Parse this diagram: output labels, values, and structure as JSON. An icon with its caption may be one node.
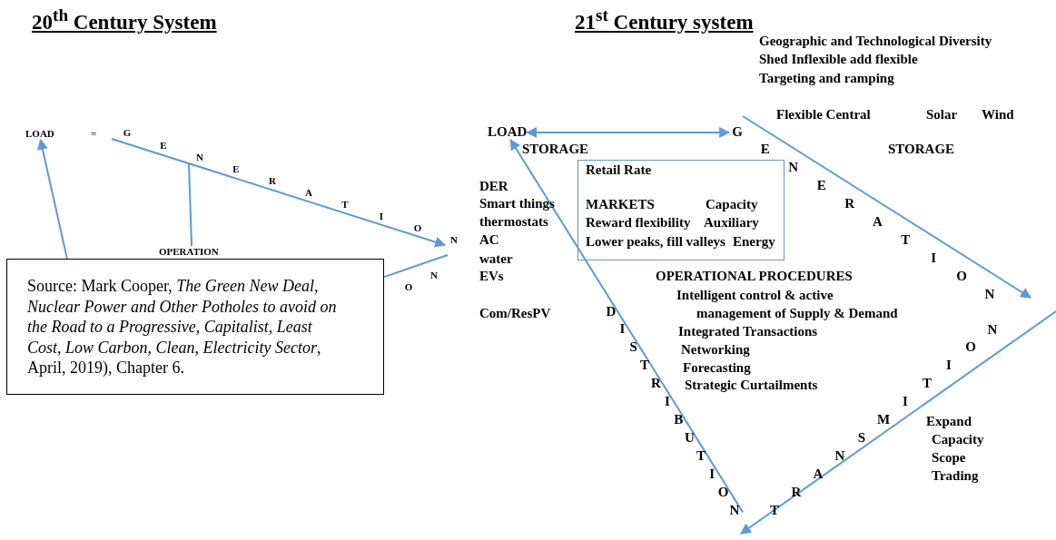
{
  "diagram": {
    "nodes": [
      {
        "text": [
          "LOAD"
        ]
      },
      {
        "text": [
          "GENERATION"
        ]
      },
      {
        "text": [
          "OPERATION"
        ]
      },
      {
        "text": [
          "Source: Mark Cooper, *The Green New Deal, Nuclear Power and Other Potholes to avoid on the Road to a Progressive, Capitalist, Least Cost, Low Carbon, Clean, Electricity Sector*, April, 2019), Chapter 6."
        ]
      },
      {
        "text": [
          "LOAD"
        ]
      },
      {
        "text": [
          "GENERATION"
        ]
      },
      {
        "text": [
          "Retail Rate",
          "MARKETS",
          "Capacity",
          "Reward flexibility",
          "Auxiliary",
          "Lower peaks, fill valleys",
          "Energy"
        ]
      },
      {
        "text": [
          "DISTRIBUTION"
        ]
      },
      {
        "text": [
          "TRANSMITION"
        ]
      }
    ],
    "edges": [
      {
        "from": 3,
        "to": 0,
        "arrow": "to"
      },
      {
        "from": 1,
        "to": 2,
        "arrow": "none"
      },
      {
        "from": 4,
        "to": 5,
        "arrow": "both"
      },
      {
        "from": 7,
        "to": 4,
        "arrow": "to"
      },
      {
        "from": 1,
        "to": 3,
        "arrow": "none"
      }
    ],
    "labels": [
      "20$^{th}$ Century System",
      "=",
      "ON",
      "21$^{st}$ Century system",
      "Geographic and Technological Diversity",
      "Shed Inflexible add flexible",
      "Targeting and ramping",
      "Flexible Central",
      "Solar",
      "Wind",
      "STORAGE",
      "STORAGE",
      "DER",
      "Smart things",
      "thermostats",
      "AC",
      "water",
      "EVs",
      "OPERATIONAL PROCEDURES",
      "Intelligent control & active management of Supply & Demand",
      "Com/ResPV",
      "Integrated Transactions",
      "Networking",
      "Forecasting",
      "Strategic Curtailments",
      "Expand",
      "Capacity",
      "Scope",
      "Trading"
    ]
  }
}
